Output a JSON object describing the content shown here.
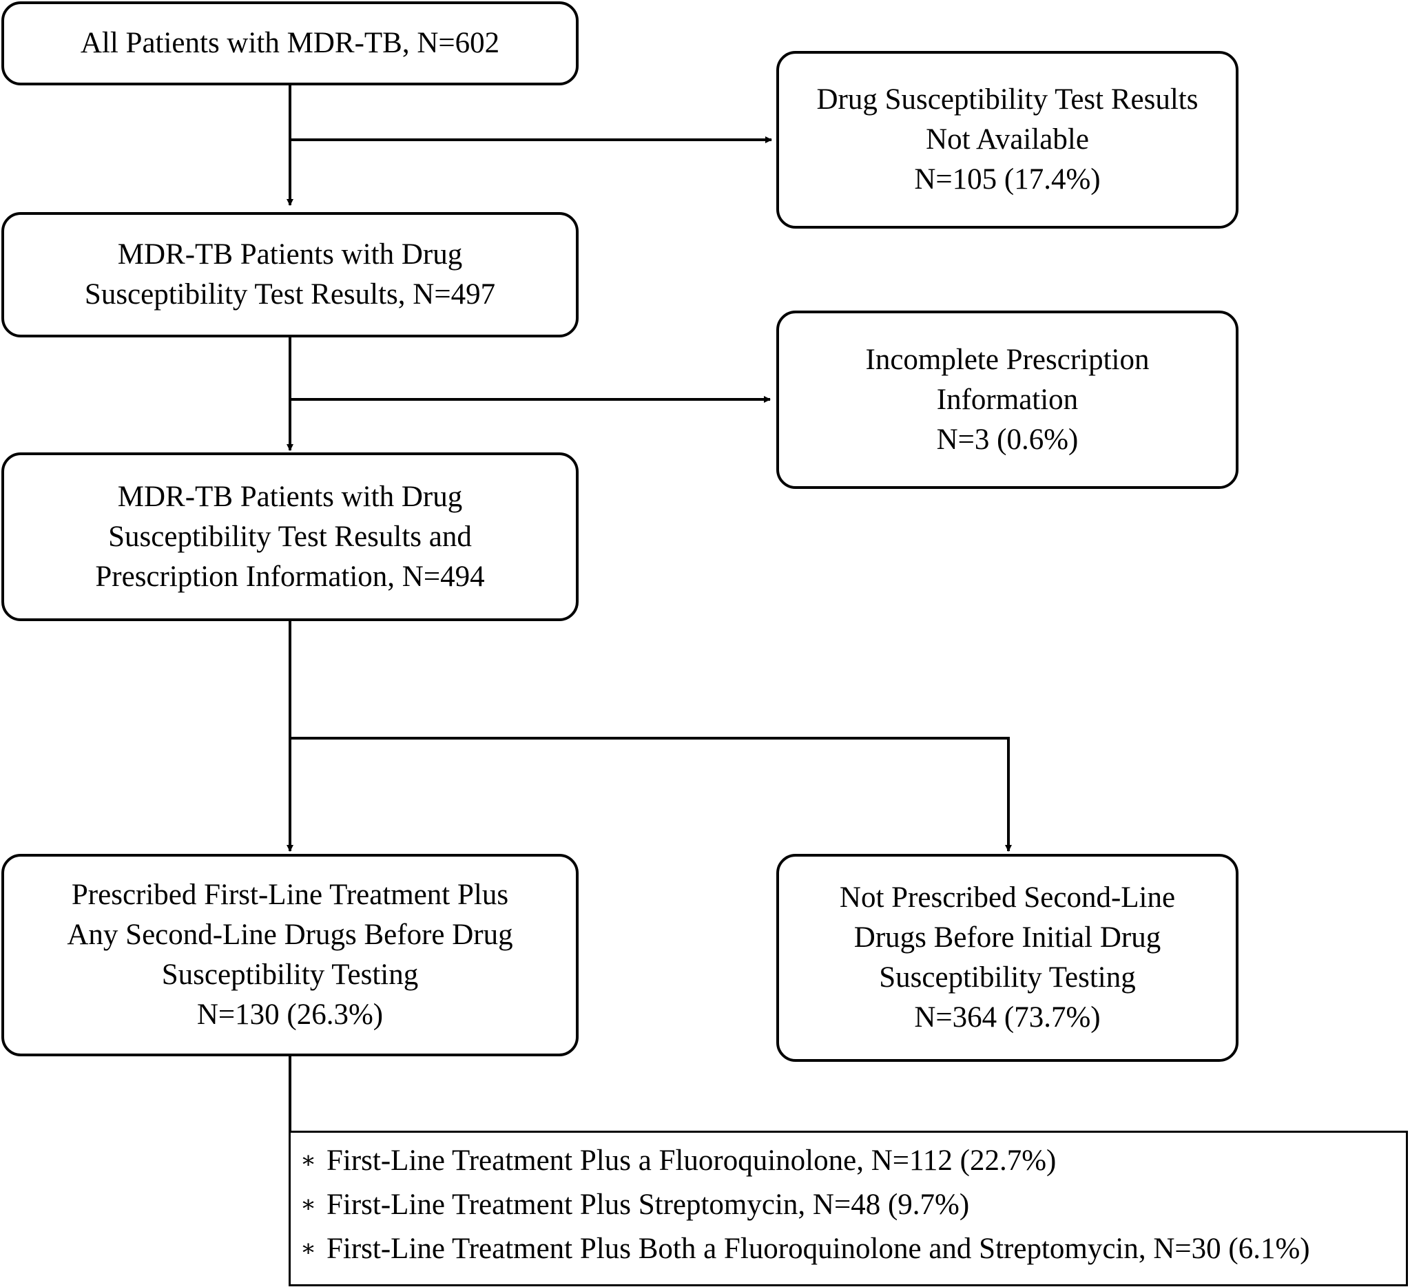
{
  "boxes": {
    "all_patients": {
      "lines": [
        "All Patients with MDR-TB, N=602"
      ]
    },
    "dst_not_available": {
      "lines": [
        "Drug Susceptibility Test Results",
        "Not Available",
        "N=105 (17.4%)"
      ]
    },
    "with_dst": {
      "lines": [
        "MDR-TB Patients with Drug",
        "Susceptibility Test Results, N=497"
      ]
    },
    "incomplete_prescription": {
      "lines": [
        "Incomplete Prescription",
        "Information",
        "N=3 (0.6%)"
      ]
    },
    "with_dst_and_prescription": {
      "lines": [
        "MDR-TB Patients with Drug",
        "Susceptibility Test Results and",
        "Prescription Information, N=494"
      ]
    },
    "prescribed_second_line": {
      "lines": [
        "Prescribed First-Line Treatment Plus",
        "Any Second-Line Drugs Before Drug",
        "Susceptibility Testing",
        "N=130 (26.3%)"
      ]
    },
    "not_prescribed_second_line": {
      "lines": [
        "Not Prescribed Second-Line",
        "Drugs Before Initial Drug",
        "Susceptibility Testing",
        "N=364 (73.7%)"
      ]
    }
  },
  "breakdown": {
    "bullet": "∗",
    "items": [
      "First-Line Treatment Plus a Fluoroquinolone, N=112 (22.7%)",
      "First-Line Treatment Plus Streptomycin, N=48 (9.7%)",
      "First-Line Treatment Plus Both a Fluoroquinolone and Streptomycin, N=30 (6.1%)"
    ]
  }
}
